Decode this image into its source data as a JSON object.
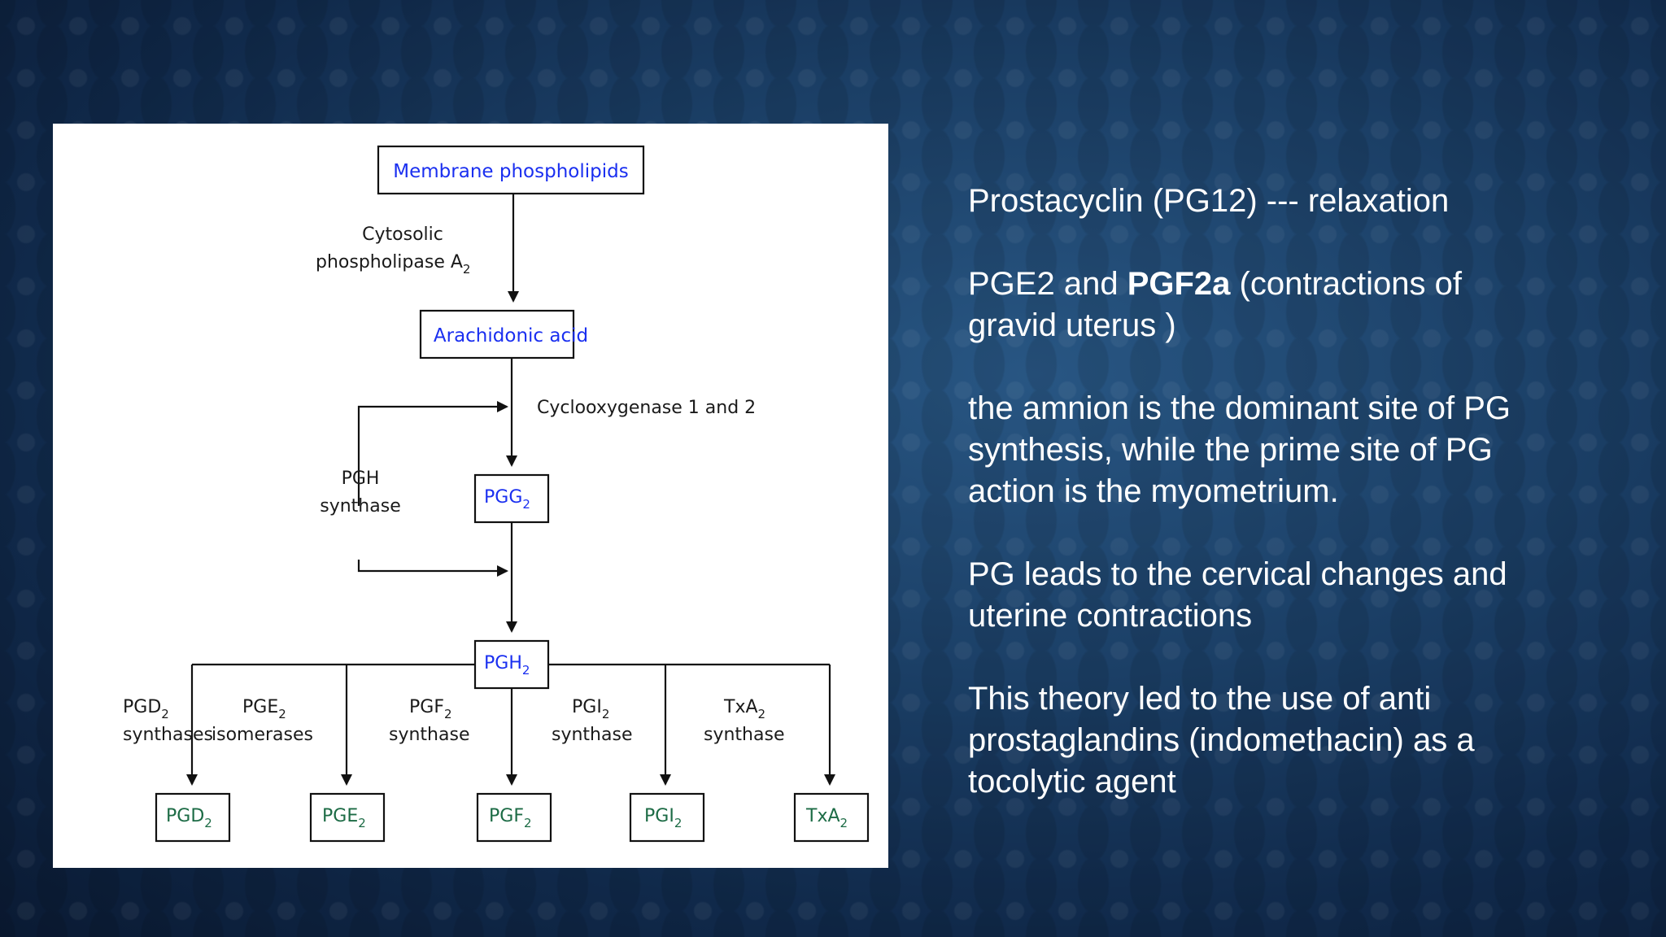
{
  "diagram": {
    "top_box": "Membrane phospholipids",
    "enzyme1_line1": "Cytosolic",
    "enzyme1_line2": "phospholipase A",
    "enzyme1_sub": "2",
    "arachidonic_box": "Arachidonic acid",
    "cox_label": "Cyclooxygenase 1 and 2",
    "pgh_synthase_line1": "PGH",
    "pgh_synthase_line2": "synthase",
    "pgg_base": "PGG",
    "pgg_sub": "2",
    "pgh_base": "PGH",
    "pgh_sub": "2",
    "branches": [
      {
        "enzyme_base": "PGD",
        "enzyme_sub": "2",
        "enzyme_line2": "synthases",
        "product_base": "PGD",
        "product_sub": "2"
      },
      {
        "enzyme_base": "PGE",
        "enzyme_sub": "2",
        "enzyme_line2": "isomerases",
        "product_base": "PGE",
        "product_sub": "2"
      },
      {
        "enzyme_base": "PGF",
        "enzyme_sub": "2",
        "enzyme_line2": "synthase",
        "product_base": "PGF",
        "product_sub": "2"
      },
      {
        "enzyme_base": "PGI",
        "enzyme_sub": "2",
        "enzyme_line2": "synthase",
        "product_base": "PGI",
        "product_sub": "2"
      },
      {
        "enzyme_base": "TxA",
        "enzyme_sub": "2",
        "enzyme_line2": "synthase",
        "product_base": "TxA",
        "product_sub": "2"
      }
    ]
  },
  "notes": {
    "p1": "Prostacyclin (PG12) --- relaxation",
    "p2_a": "PGE2 and ",
    "p2_bold": "PGF2a",
    "p2_b": " (contractions of gravid uterus )",
    "p3": "the amnion is the dominant site of PG synthesis, while the prime site of PG action is the myometrium.",
    "p4": "PG leads to the cervical changes and uterine contractions",
    "p5": "This theory led to the use of anti prostaglandins (indomethacin) as a tocolytic agent"
  },
  "colors": {
    "compound_blue": "#1a2ff0",
    "product_green": "#1c6b45",
    "background_navy": "#163a60"
  }
}
